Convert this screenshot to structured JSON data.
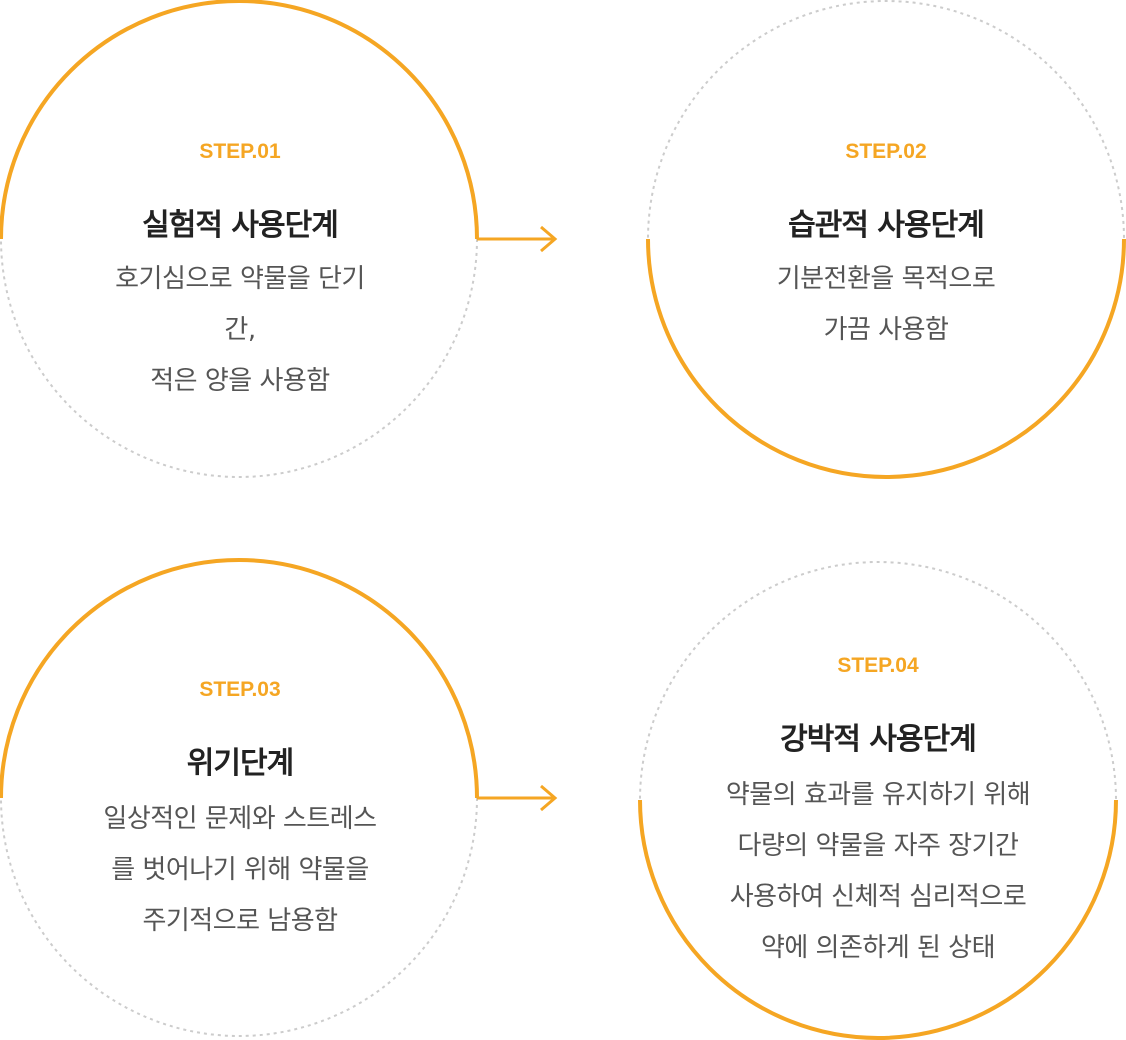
{
  "steps": [
    {
      "label": "STEP.01",
      "title": "실험적 사용단계",
      "desc_lines": [
        "호기심으로 약물을 단기",
        "간,",
        "적은 양을 사용함"
      ]
    },
    {
      "label": "STEP.02",
      "title": "습관적 사용단계",
      "desc_lines": [
        "기분전환을 목적으로",
        "가끔 사용함"
      ]
    },
    {
      "label": "STEP.03",
      "title": "위기단계",
      "desc_lines": [
        "일상적인 문제와 스트레스",
        "를 벗어나기 위해 약물을",
        "주기적으로 남용함"
      ]
    },
    {
      "label": "STEP.04",
      "title": "강박적 사용단계",
      "desc_lines": [
        "약물의 효과를 유지하기 위해",
        "다량의 약물을 자주 장기간",
        "사용하여 신체적 심리적으로",
        "약에 의존하게 된 상태"
      ]
    }
  ],
  "colors": {
    "accent": "#f5a623",
    "dotted": "#cccccc",
    "title": "#222222",
    "text": "#555555"
  }
}
